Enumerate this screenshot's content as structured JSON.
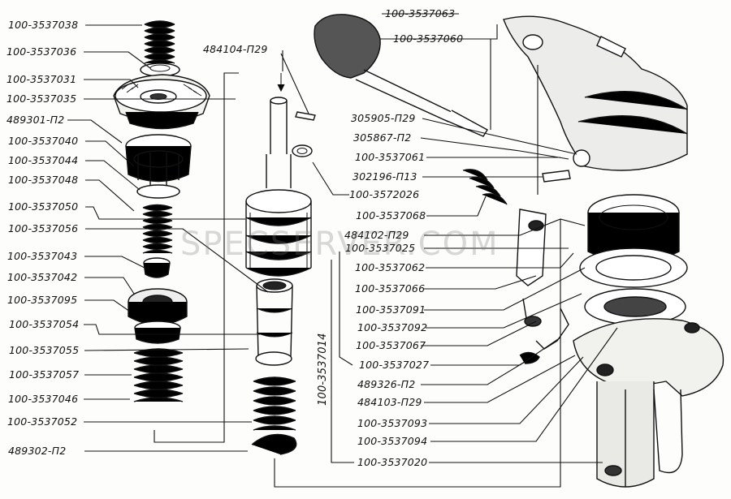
{
  "diagram": {
    "labels_left": [
      "100-3537038",
      "100-3537036",
      "100-3537031",
      "100-3537035",
      "489301-П2",
      "100-3537040",
      "100-3537044",
      "100-3537048",
      "100-3537050",
      "100-3537056",
      "100-3537043",
      "100-3537042",
      "100-3537095",
      "100-3537054",
      "100-3537055",
      "100-3537057",
      "100-3537046",
      "100-3537052",
      "489302-П2"
    ],
    "label_top_center": "484104-П29",
    "labels_top_right": [
      "100-3537063",
      "100-3537060"
    ],
    "labels_right": [
      "305905-П29",
      "305867-П2",
      "100-3537061",
      "302196-П13",
      "100-3572026",
      "100-3537068",
      "484102-П29",
      "100-3537025",
      "100-3537062",
      "100-3537066",
      "100-3537091",
      "100-3537092",
      "100-3537067",
      "100-3537027",
      "489326-П2",
      "484103-П29",
      "100-3537093",
      "100-3537094",
      "100-3537020"
    ],
    "label_vertical": "100-3537014",
    "watermark": "SPECSERVER.COM",
    "colors": {
      "ink": "#111111",
      "paper": "#fdfdfb"
    }
  }
}
